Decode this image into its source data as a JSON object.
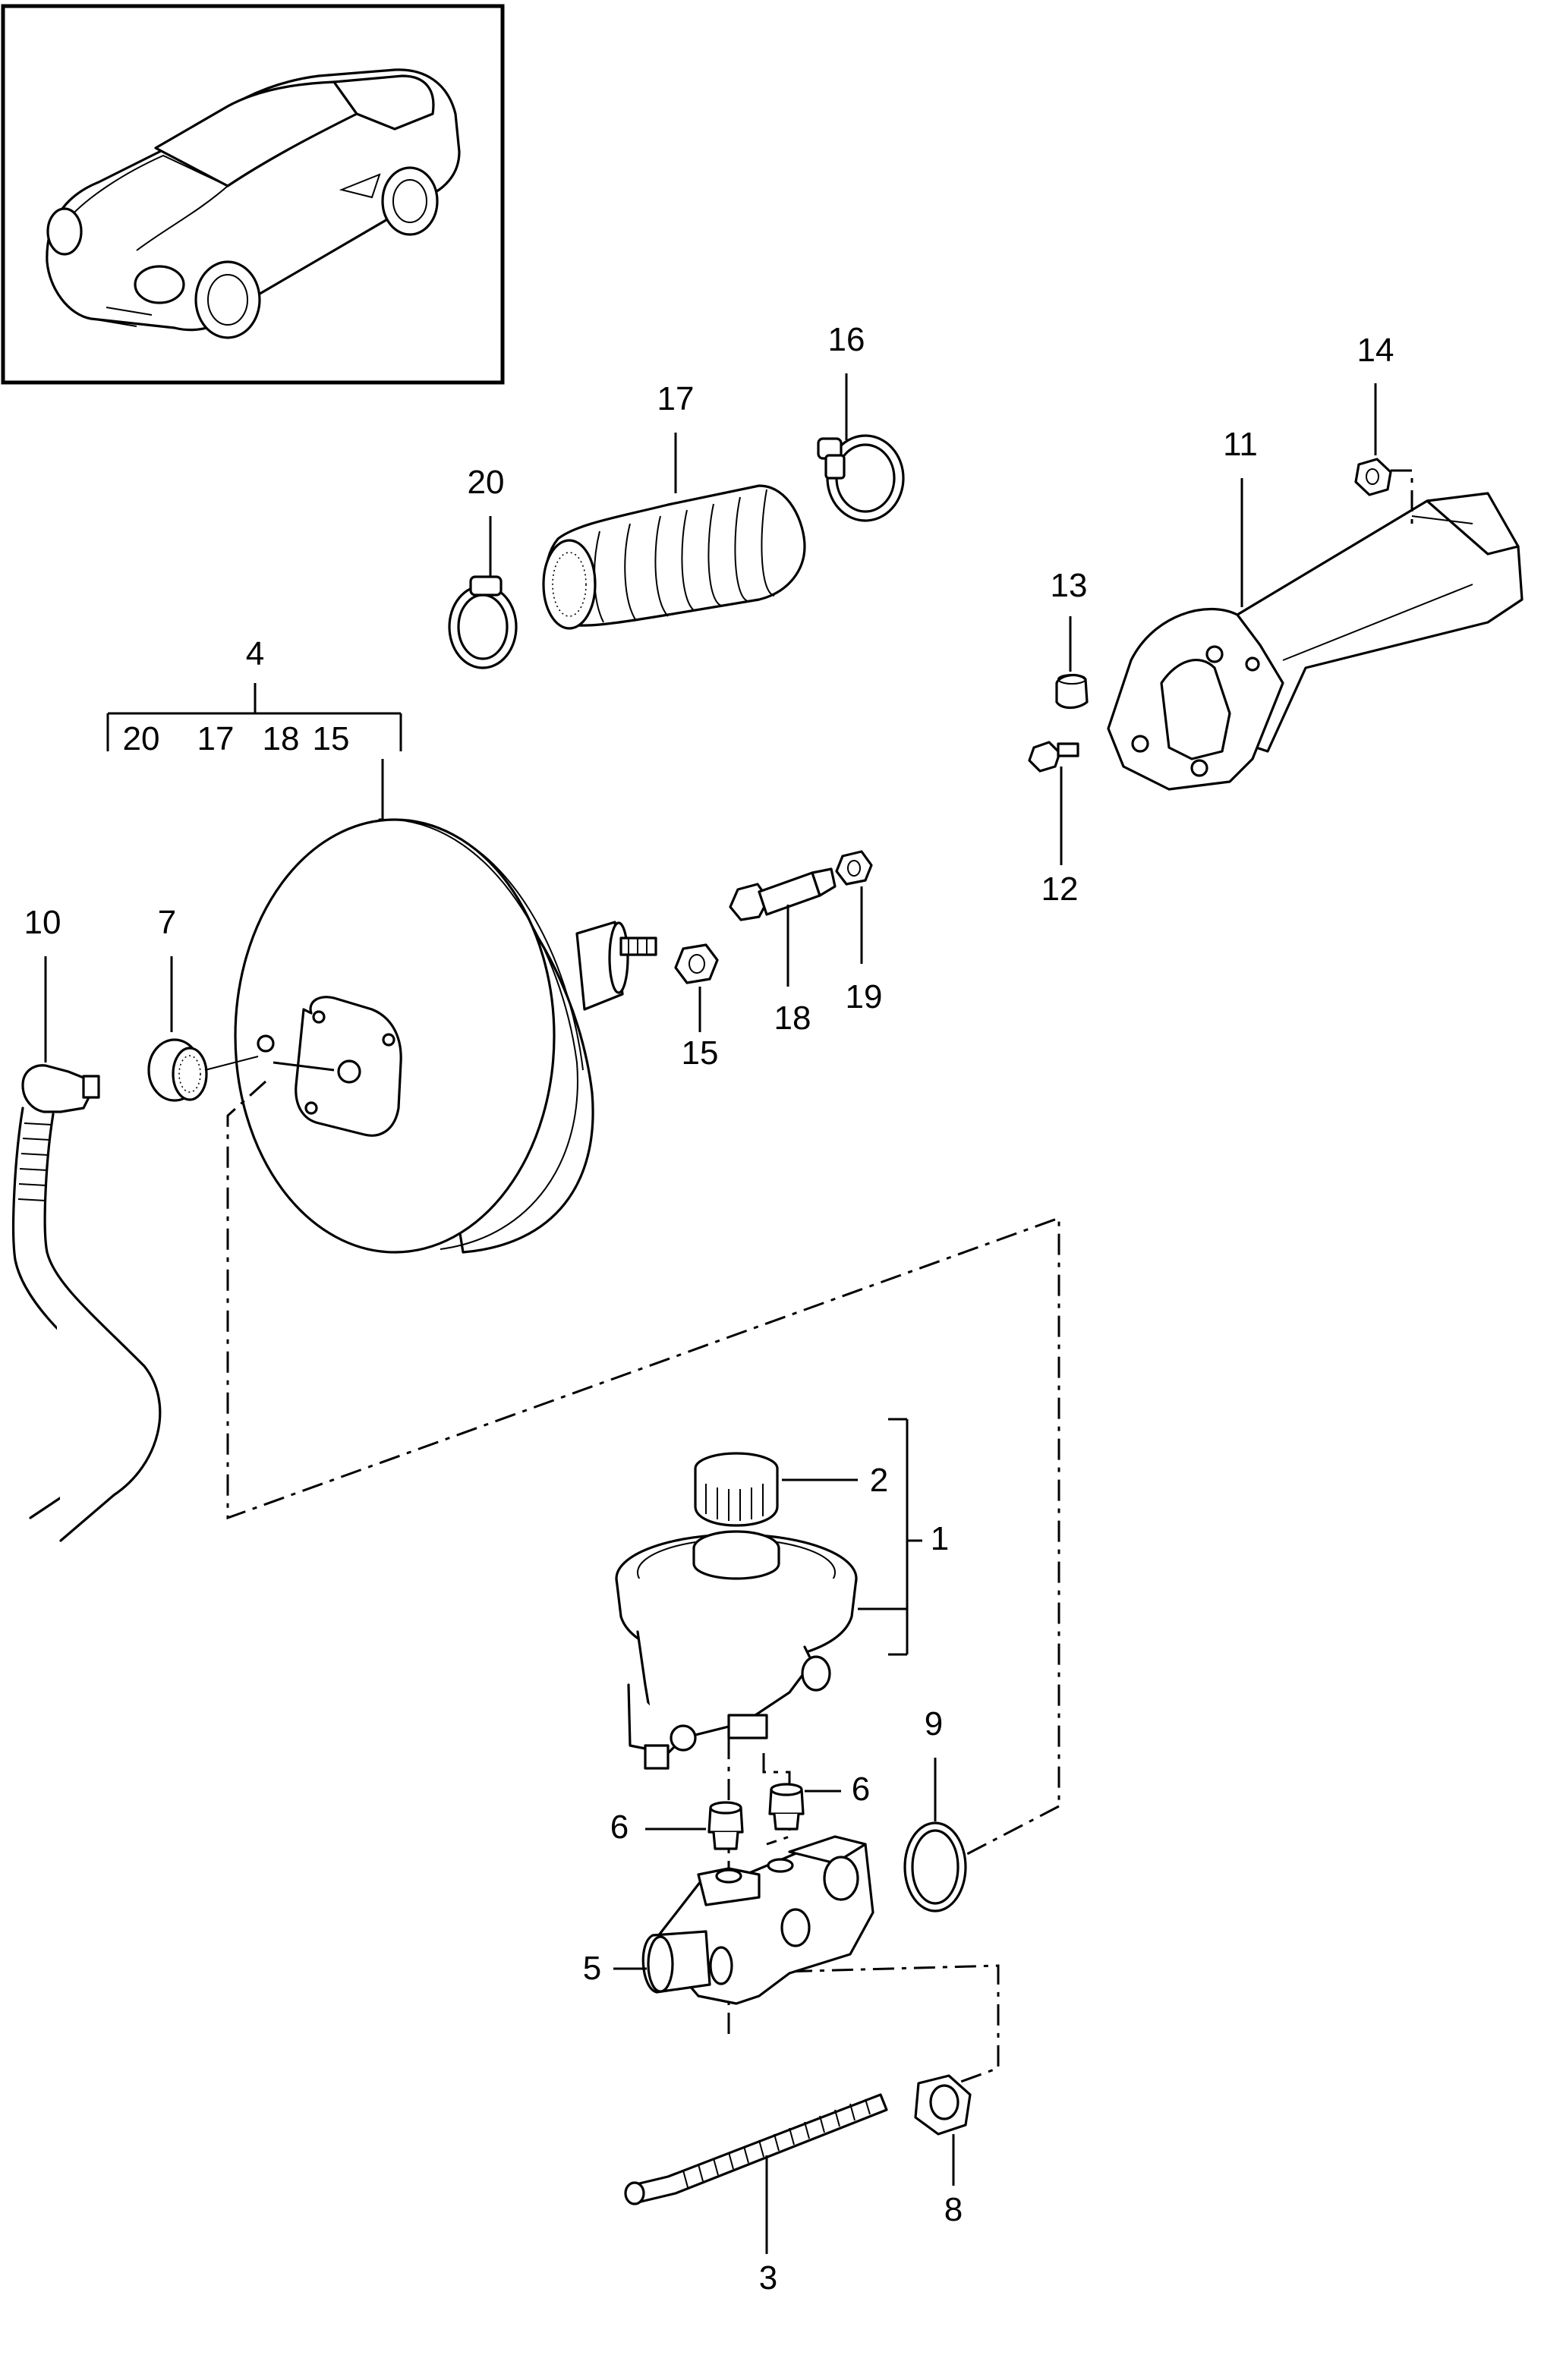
{
  "callouts": {
    "c1": "1",
    "c2": "2",
    "c3": "3",
    "c4": "4",
    "c5": "5",
    "c6a": "6",
    "c6b": "6",
    "c7": "7",
    "c8": "8",
    "c9": "9",
    "c10": "10",
    "c11": "11",
    "c12": "12",
    "c13": "13",
    "c14": "14",
    "c15": "15",
    "c16": "16",
    "c17": "17",
    "c18": "18",
    "c19": "19",
    "c20": "20"
  },
  "group4": {
    "members": [
      "20",
      "17",
      "18",
      "15"
    ]
  },
  "icons": [
    "car-thumbnail-icon",
    "brake-booster-icon",
    "master-cylinder-icon",
    "reservoir-icon",
    "bracket-icon",
    "hose-icon",
    "bolt-icon",
    "nut-icon",
    "clamp-icon",
    "bellows-icon",
    "grommet-icon",
    "seal-ring-icon"
  ]
}
